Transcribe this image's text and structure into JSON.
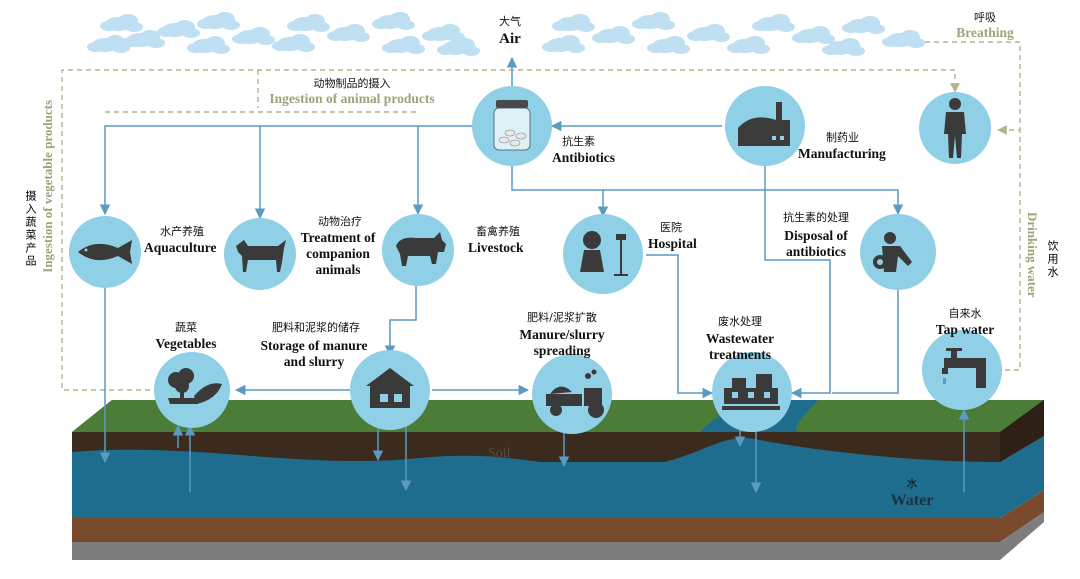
{
  "colors": {
    "node_fill": "#8fd0e6",
    "arrow_blue": "#5b9ac2",
    "dashed_path": "#b7b38c",
    "grass": "#4b7d38",
    "soil": "#3b2a1e",
    "water": "#1f6d8e",
    "clay": "#7a4a2c",
    "rock": "#7d7d7d",
    "cloud": "#bfe0f3",
    "green_text": "#9aa57a"
  },
  "labels": {
    "air": {
      "cn": "大气",
      "en": "Air"
    },
    "breathing": {
      "cn": "呼吸",
      "en": "Breathing"
    },
    "animal_ingestion": {
      "cn": "动物制品的摄入",
      "en": "Ingestion of animal products"
    },
    "veg_ingestion": {
      "cn": "摄入蔬菜产品",
      "en": "Ingestion of vegetable products"
    },
    "drinking": {
      "cn": "饮用水",
      "en": "Drinking water"
    },
    "antibiotics": {
      "cn": "抗生素",
      "en": "Antibiotics"
    },
    "manufacturing": {
      "cn": "制药业",
      "en": "Manufacturing"
    },
    "aquaculture": {
      "cn": "水产养殖",
      "en": "Aquaculture"
    },
    "companion": {
      "cn": "动物治疗",
      "en1": "Treatment of",
      "en2": "companion",
      "en3": "animals"
    },
    "livestock": {
      "cn": "畜禽养殖",
      "en": "Livestock"
    },
    "hospital": {
      "cn": "医院",
      "en": "Hospital"
    },
    "disposal": {
      "cn": "抗生素的处理",
      "en1": "Disposal of",
      "en2": "antibiotics"
    },
    "tap": {
      "cn": "自来水",
      "en": "Tap water"
    },
    "vegetables": {
      "cn": "蔬菜",
      "en": "Vegetables"
    },
    "storage": {
      "cn": "肥料和泥浆的储存",
      "en1": "Storage of manure",
      "en2": "and slurry"
    },
    "spreading": {
      "cn": "肥料/泥浆扩散",
      "en1": "Manure/slurry",
      "en2": "spreading"
    },
    "wastewater": {
      "cn": "废水处理",
      "en1": "Wastewater",
      "en2": "treatments"
    },
    "soil": "Soil",
    "water": {
      "cn": "水",
      "en": "Water"
    }
  },
  "icons": {
    "air_node": "cloud-icon",
    "antibiotics_node": "pill-jar-icon",
    "manufacturing_node": "factory-icon",
    "human_node": "human-figure-icon",
    "aquaculture_node": "fish-icon",
    "companion_node": "dog-icon",
    "livestock_node": "bull-icon",
    "hospital_node": "patient-iv-icon",
    "disposal_node": "hazard-waste-icon",
    "tap_node": "faucet-icon",
    "vegetables_node": "vegetables-icon",
    "storage_node": "barn-icon",
    "spreading_node": "tractor-spreader-icon",
    "wastewater_node": "treatment-plant-icon"
  }
}
